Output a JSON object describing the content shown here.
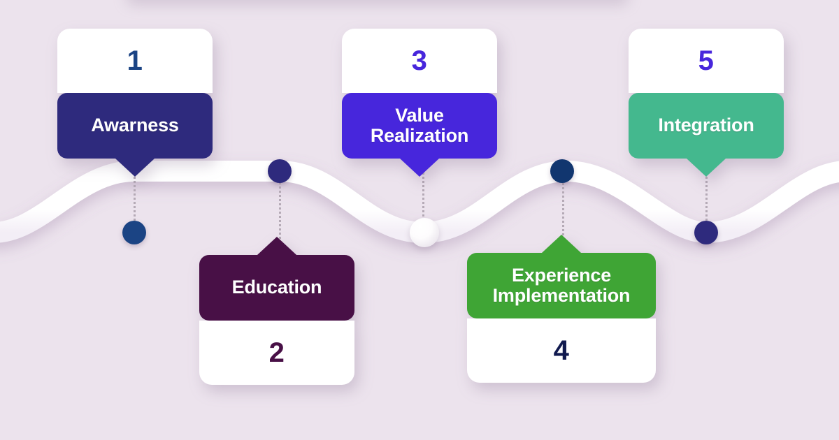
{
  "background_color": "#ece3ed",
  "wave": {
    "color": "#ffffff",
    "description": "sinusoidal-timeline-ribbon"
  },
  "palette": {
    "indigo": "#2e2a7d",
    "plum": "#481046",
    "violet": "#4726dc",
    "green": "#3fa535",
    "teal": "#44b88e",
    "navy": "#1b4484",
    "white": "#ffffff",
    "dot_line": "#b5aab6"
  },
  "steps": [
    {
      "number": "1",
      "label": "Awarness",
      "band_color": "#2e2a7d",
      "number_color": "#1b4484",
      "node_color": "#1b4484",
      "position": "top"
    },
    {
      "number": "2",
      "label": "Education",
      "band_color": "#481046",
      "number_color": "#481046",
      "node_color": "#2e2a7d",
      "position": "bottom"
    },
    {
      "number": "3",
      "label": "Value\nRealization",
      "band_color": "#4726dc",
      "number_color": "#4726dc",
      "node_color": "#f4f1f6",
      "position": "top"
    },
    {
      "number": "4",
      "label": "Experience\nImplementation",
      "band_color": "#3fa535",
      "number_color": "#111a4f",
      "node_color": "#11366f",
      "position": "bottom"
    },
    {
      "number": "5",
      "label": "Integration",
      "band_color": "#44b88e",
      "number_color": "#4726dc",
      "node_color": "#2e2a7d",
      "position": "top"
    }
  ]
}
